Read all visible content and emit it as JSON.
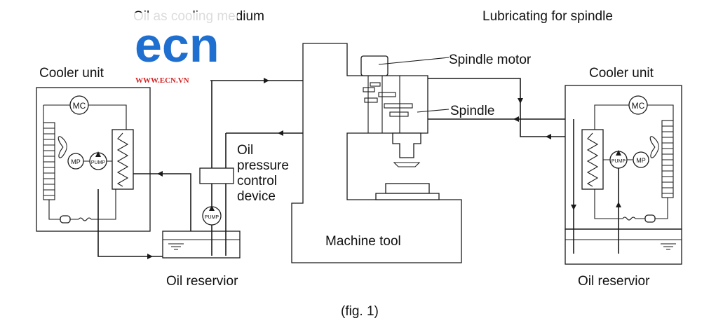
{
  "labels": {
    "oil_cooling_medium": "Oil as cooling medium",
    "lubricating_spindle": "Lubricating for spindle",
    "cooler_unit_left": "Cooler unit",
    "cooler_unit_right": "Cooler unit",
    "spindle_motor": "Spindle motor",
    "spindle": "Spindle",
    "oil_pressure_line1": "Oil",
    "oil_pressure_line2": "pressure",
    "oil_pressure_line3": "control",
    "oil_pressure_line4": "device",
    "machine_tool": "Machine tool",
    "oil_reservior_left": "Oil reservior",
    "oil_reservior_right": "Oil reservior",
    "caption": "(fig. 1)"
  },
  "component_tags": {
    "mc_left": "MC",
    "mp_left": "MP",
    "pump_left": "PUMP",
    "pump_center": "PUMP",
    "mc_right": "MC",
    "mp_right": "MP",
    "pump_right": "PUMP"
  },
  "watermark": {
    "logo": "ecn",
    "url": "WWW.ECN.VN",
    "logo_color": "#1e6fd0",
    "url_color": "#d42020"
  }
}
